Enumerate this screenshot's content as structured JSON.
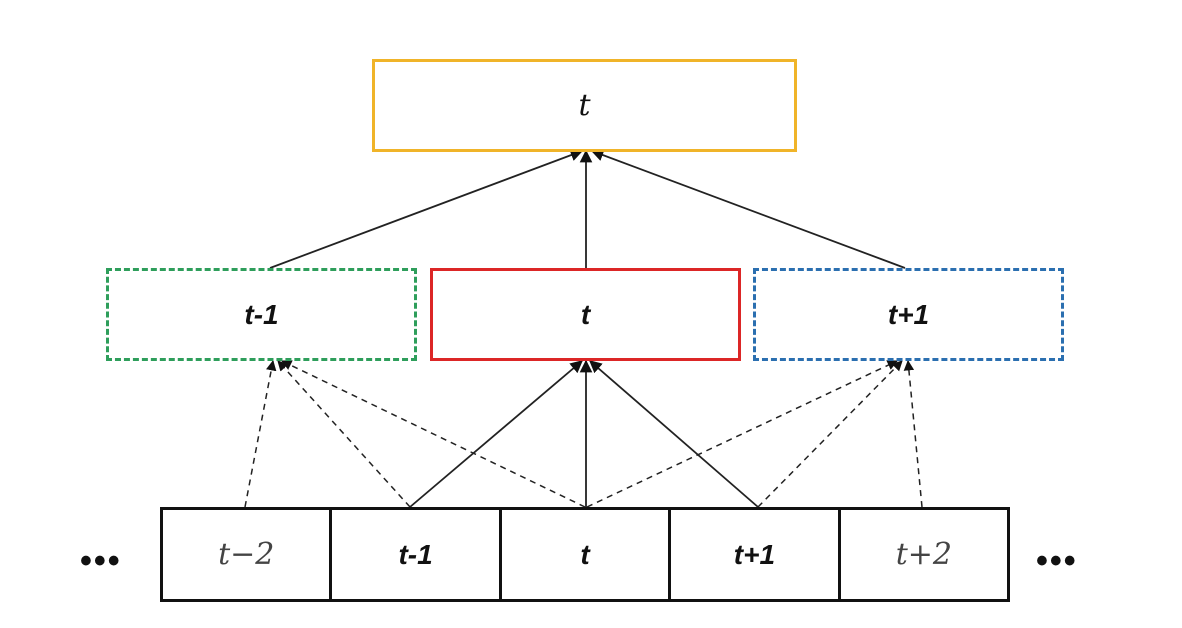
{
  "top_box": {
    "label": "t",
    "color": "#f0b429"
  },
  "middle_boxes": [
    {
      "label": "t-1",
      "color": "#2e9e5b",
      "border": "dashed"
    },
    {
      "label": "t",
      "color": "#dc2626",
      "border": "solid"
    },
    {
      "label": "t+1",
      "color": "#2b6fb0",
      "border": "dashed"
    }
  ],
  "sequence": {
    "cells": [
      "t−2",
      "t-1",
      "t",
      "t+1",
      "t+2"
    ],
    "leading_ellipsis": "•••",
    "trailing_ellipsis": "•••",
    "border_color": "#111111"
  },
  "arrow_color": "#222222"
}
